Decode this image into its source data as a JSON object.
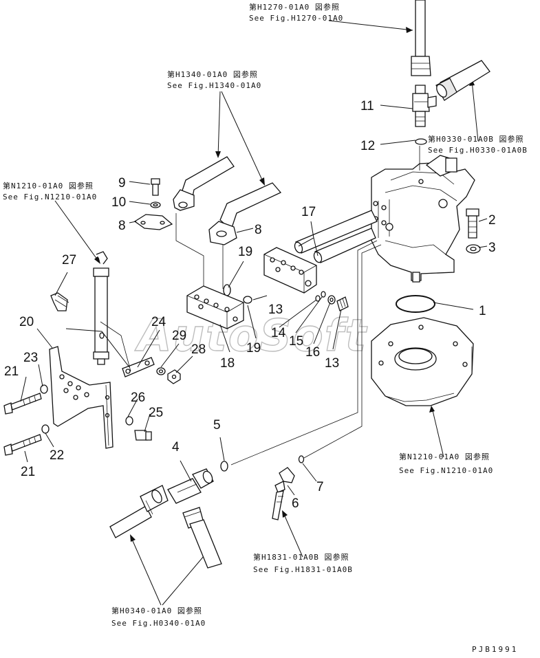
{
  "figure_refs": {
    "h1270": {
      "line1": "第H1270-01A0 図参照",
      "line2": "See Fig.H1270-01A0"
    },
    "h1340": {
      "line1": "第H1340-01A0 図参照",
      "line2": "See Fig.H1340-01A0"
    },
    "h0330": {
      "line1": "第H0330-01A0B 図参照",
      "line2": "See Fig.H0330-01A0B"
    },
    "n1210_top": {
      "line1": "第N1210-01A0 図参照",
      "line2": "See Fig.N1210-01A0"
    },
    "n1210_bottom": {
      "line1": "第N1210-01A0 図参照",
      "line2": "See Fig.N1210-01A0"
    },
    "h1831": {
      "line1": "第H1831-01A0B 図参照",
      "line2": "See Fig.H1831-01A0B"
    },
    "h0340": {
      "line1": "第H0340-01A0 図参照",
      "line2": "See Fig.H0340-01A0"
    }
  },
  "callouts": {
    "c1": "1",
    "c2": "2",
    "c3": "3",
    "c4": "4",
    "c5": "5",
    "c6": "6",
    "c7": "7",
    "c8a": "8",
    "c8b": "8",
    "c9": "9",
    "c10": "10",
    "c11": "11",
    "c12": "12",
    "c13a": "13",
    "c13b": "13",
    "c14": "14",
    "c15": "15",
    "c16": "16",
    "c17": "17",
    "c18": "18",
    "c19a": "19",
    "c19b": "19",
    "c20": "20",
    "c21a": "21",
    "c21b": "21",
    "c22": "22",
    "c23": "23",
    "c24": "24",
    "c25": "25",
    "c26": "26",
    "c27": "27",
    "c28": "28",
    "c29": "29"
  },
  "watermark": "AutoSoft",
  "drawing_number": "PJB1991"
}
